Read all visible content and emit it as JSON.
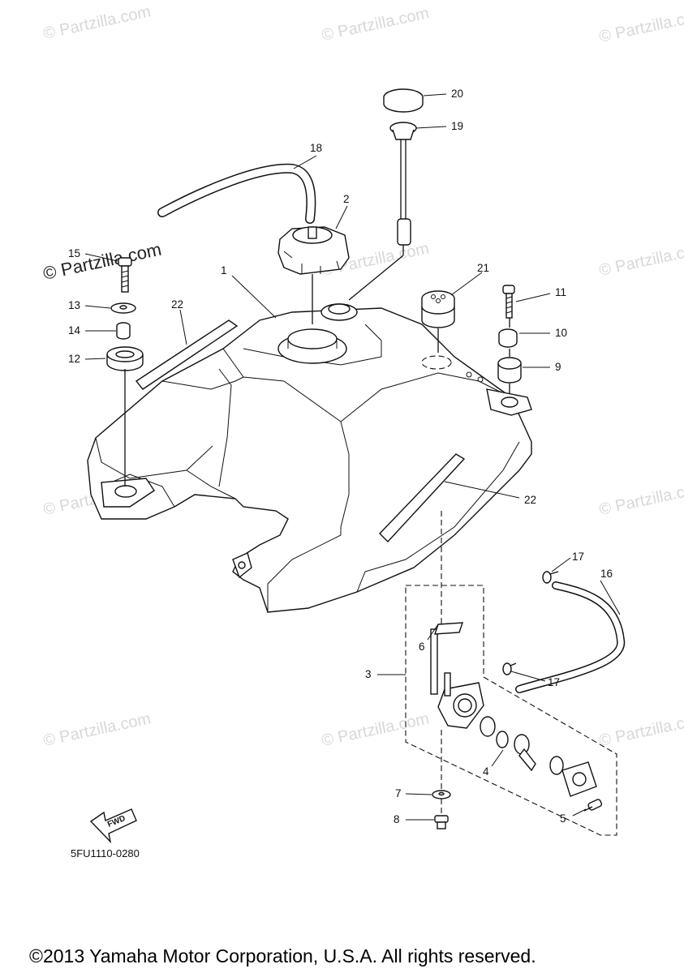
{
  "watermarks": {
    "text": "© Partzilla.com",
    "highlighted_text": "© Partzilla.com"
  },
  "callouts": {
    "c1": "1",
    "c2": "2",
    "c3": "3",
    "c4": "4",
    "c5": "5",
    "c6": "6",
    "c7": "7",
    "c8": "8",
    "c9": "9",
    "c10": "10",
    "c11": "11",
    "c12": "12",
    "c13": "13",
    "c14": "14",
    "c15": "15",
    "c16": "16",
    "c17a": "17",
    "c17b": "17",
    "c18": "18",
    "c19": "19",
    "c20": "20",
    "c21": "21",
    "c22a": "22",
    "c22b": "22"
  },
  "fwd_label": "FWD",
  "diagram_code": "5FU1110-0280",
  "copyright": "©2013 Yamaha Motor Corporation, U.S.A. All rights reserved."
}
